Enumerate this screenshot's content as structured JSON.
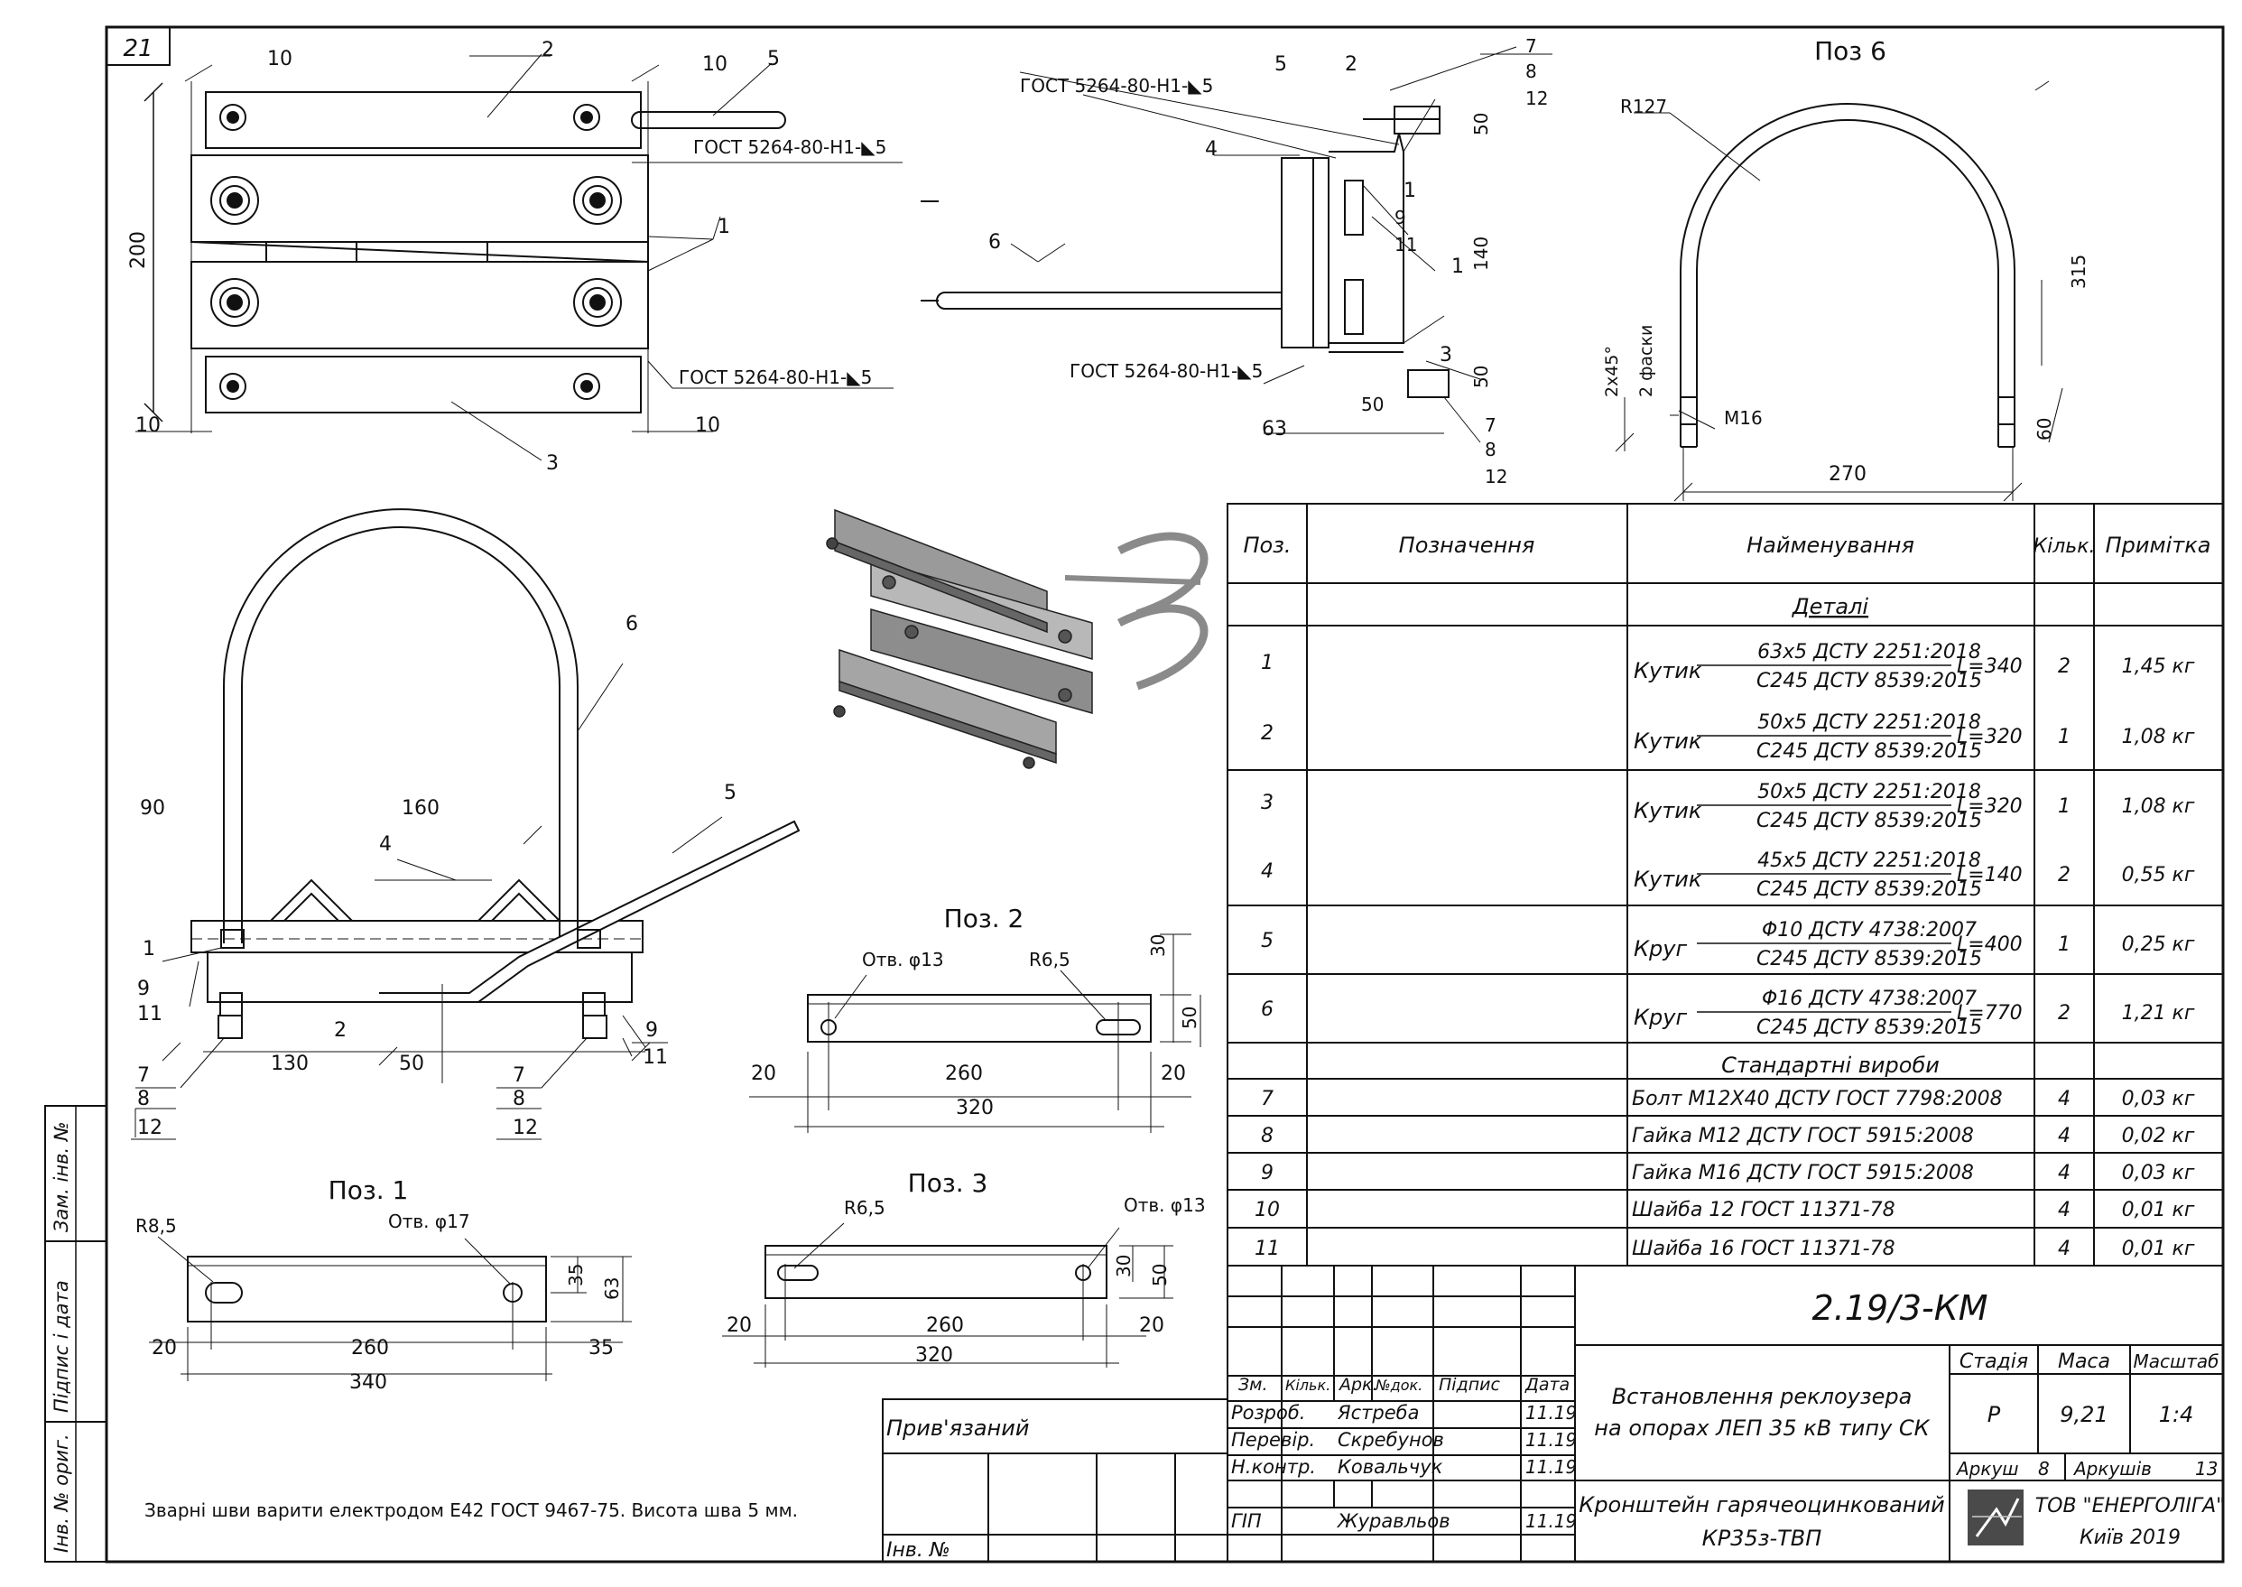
{
  "sheet_number": "21",
  "top_left_view": {
    "dims": {
      "d10_tl": "10",
      "d10_tr": "10",
      "d10_bl": "10",
      "d10_br": "10",
      "d200": "200"
    },
    "callouts": {
      "c2": "2",
      "c5": "5",
      "c1": "1",
      "c3": "3"
    },
    "weld_top": "ГОСТ 5264-80-Н1-◣5",
    "weld_bottom": "ГОСТ 5264-80-Н1-◣5"
  },
  "side_view": {
    "weld_top": "ГОСТ 5264-80-Н1-◣5",
    "weld_bottom": "ГОСТ 5264-80-Н1-◣5",
    "callouts": {
      "c5": "5",
      "c2": "2",
      "c4": "4",
      "c6": "6",
      "c1a": "1",
      "c1b": "1",
      "c3": "3",
      "c9": "9",
      "c11": "11",
      "c7a": "7",
      "c8a": "8",
      "c12a": "12",
      "c7b": "7",
      "c8b": "8",
      "c12b": "12"
    },
    "dims": {
      "d50a": "50",
      "d140": "140",
      "d50b": "50",
      "d50c": "50",
      "d63": "63"
    }
  },
  "pos6": {
    "title": "Поз 6",
    "radius": "R127",
    "height": "315",
    "width": "270",
    "thread": "M16",
    "thread_len": "60",
    "chamfer": "2x45°",
    "chamfer_note": "2 фаски"
  },
  "front_view": {
    "callouts": {
      "c6": "6",
      "c4": "4",
      "c5": "5",
      "c1": "1",
      "c2": "2",
      "c9a": "9",
      "c11a": "11",
      "c9b": "9",
      "c11b": "11",
      "c7a": "7",
      "c8a": "8",
      "c12a": "12",
      "c7b": "7",
      "c8b": "8",
      "c12b": "12"
    },
    "dims": {
      "d90": "90",
      "d160": "160",
      "d130": "130",
      "d50": "50"
    }
  },
  "pos2": {
    "title": "Поз. 2",
    "hole": "Отв. φ13",
    "radius": "R6,5",
    "d20a": "20",
    "d260": "260",
    "d20b": "20",
    "d320": "320",
    "d30": "30",
    "d50": "50"
  },
  "pos1": {
    "title": "Поз. 1",
    "radius": "R8,5",
    "hole": "Отв. φ17",
    "d20": "20",
    "d260": "260",
    "d35a": "35",
    "d340": "340",
    "d35b": "35",
    "d63": "63"
  },
  "pos3": {
    "title": "Поз. 3",
    "radius": "R6,5",
    "hole": "Отв. φ13",
    "d20a": "20",
    "d260": "260",
    "d20b": "20",
    "d320": "320",
    "d30": "30",
    "d50": "50"
  },
  "spec": {
    "headers": [
      "Поз.",
      "Позначення",
      "Найменування",
      "Кільк.",
      "Примітка"
    ],
    "section_details": "Деталі",
    "section_standard": "Стандартні вироби",
    "rows": [
      {
        "pos": "1",
        "name": "Кутик",
        "top": "63х5 ДСТУ 2251:2018",
        "bottom": "С245 ДСТУ 8539:2015",
        "len": "L=340",
        "qty": "2",
        "note": "1,45 кг"
      },
      {
        "pos": "2",
        "name": "Кутик",
        "top": "50х5 ДСТУ 2251:2018",
        "bottom": "С245 ДСТУ 8539:2015",
        "len": "L=320",
        "qty": "1",
        "note": "1,08 кг"
      },
      {
        "pos": "3",
        "name": "Кутик",
        "top": "50х5 ДСТУ 2251:2018",
        "bottom": "С245 ДСТУ 8539:2015",
        "len": "L=320",
        "qty": "1",
        "note": "1,08 кг"
      },
      {
        "pos": "4",
        "name": "Кутик",
        "top": "45х5 ДСТУ 2251:2018",
        "bottom": "С245 ДСТУ 8539:2015",
        "len": "L=140",
        "qty": "2",
        "note": "0,55 кг"
      },
      {
        "pos": "5",
        "name": "Круг",
        "top": "Φ10 ДСТУ 4738:2007",
        "bottom": "С245 ДСТУ 8539:2015",
        "len": "L=400",
        "qty": "1",
        "note": "0,25 кг"
      },
      {
        "pos": "6",
        "name": "Круг",
        "top": "Φ16 ДСТУ 4738:2007",
        "bottom": "С245 ДСТУ 8539:2015",
        "len": "L=770",
        "qty": "2",
        "note": "1,21 кг"
      }
    ],
    "std_rows": [
      {
        "pos": "7",
        "name": "Болт М12Х40 ДСТУ ГОСТ 7798:2008",
        "qty": "4",
        "note": "0,03 кг"
      },
      {
        "pos": "8",
        "name": "Гайка М12 ДСТУ ГОСТ 5915:2008",
        "qty": "4",
        "note": "0,02 кг"
      },
      {
        "pos": "9",
        "name": "Гайка М16 ДСТУ ГОСТ 5915:2008",
        "qty": "4",
        "note": "0,03 кг"
      },
      {
        "pos": "10",
        "name": "Шайба 12 ГОСТ 11371-78",
        "qty": "4",
        "note": "0,01 кг"
      },
      {
        "pos": "11",
        "name": "Шайба 16 ГОСТ 11371-78",
        "qty": "4",
        "note": "0,01 кг"
      }
    ]
  },
  "title_block": {
    "doc_code": "2.19/3-КМ",
    "change_headers": [
      "Зм.",
      "Кільк.",
      "Арк.",
      "№док.",
      "Підпис",
      "Дата"
    ],
    "people": [
      {
        "role": "Розроб.",
        "name": "Ястреба",
        "date": "11.19"
      },
      {
        "role": "Перевір.",
        "name": "Скребунов",
        "date": "11.19"
      },
      {
        "role": "Н.контр.",
        "name": "Ковальчук",
        "date": "11.19"
      },
      {
        "role": "ГІП",
        "name": "Журавльов",
        "date": "11.19"
      }
    ],
    "project_line1": "Встановлення реклоузера",
    "project_line2": "на опорах ЛЕП 35 кВ типу СК",
    "stage_label": "Стадія",
    "mass_label": "Маса",
    "scale_label": "Масштаб",
    "stage": "Р",
    "mass": "9,21",
    "scale": "1:4",
    "sheet_label": "Аркуш",
    "sheet": "8",
    "sheets_label": "Аркушів",
    "sheets": "13",
    "drawing_line1": "Кронштейн гарячеоцинкований",
    "drawing_line2": "КР35з-ТВП",
    "company": "ТОВ \"ЕНЕРГОЛІГА\"",
    "city_year": "Київ 2019",
    "linked_label": "Прив'язаний",
    "inv_label": "Інв. №"
  },
  "side_stamps": [
    "Інв. № ориг.",
    "Підпис і дата",
    "Зам. інв. №"
  ],
  "note": "Зварні шви варити електродом Е42 ГОСТ 9467-75. Висота шва 5 мм."
}
